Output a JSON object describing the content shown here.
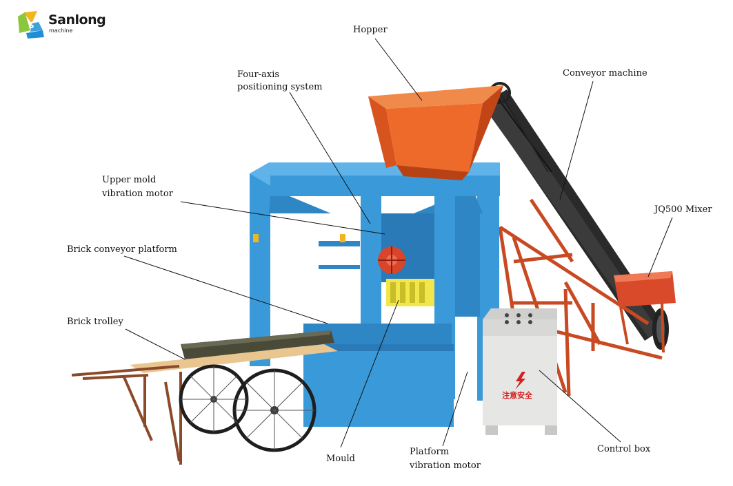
{
  "brand": {
    "name": "Sanlong",
    "tagline": "machine",
    "colors": {
      "green": "#8cc63f",
      "blue": "#1f8fd6",
      "yellow": "#f2b51c"
    }
  },
  "labels": {
    "hopper": "Hopper",
    "four_axis_line1": "Four-axis",
    "four_axis_line2": "positioning system",
    "conveyor_machine": "Conveyor machine",
    "upper_mold_line1": "Upper mold",
    "upper_mold_line2": "vibration motor",
    "brick_conveyor_platform": "Brick conveyor platform",
    "jq500_mixer": "JQ500 Mixer",
    "brick_trolley": "Brick trolley",
    "mould": "Mould",
    "platform_motor_line1": "Platform",
    "platform_motor_line2": "vibration motor",
    "control_box": "Control box"
  },
  "control_box_sign": "注意安全",
  "colors": {
    "frame_blue": "#3a9ad9",
    "frame_blue_dark": "#1e6fae",
    "hopper_orange": "#ee6a2a",
    "conveyor_red": "#c84a22",
    "mould_yellow": "#f3e64a",
    "cabinet_grey": "#e6e6e4",
    "trolley_brown": "#8a4a2a",
    "board_tan": "#e9c68f"
  }
}
